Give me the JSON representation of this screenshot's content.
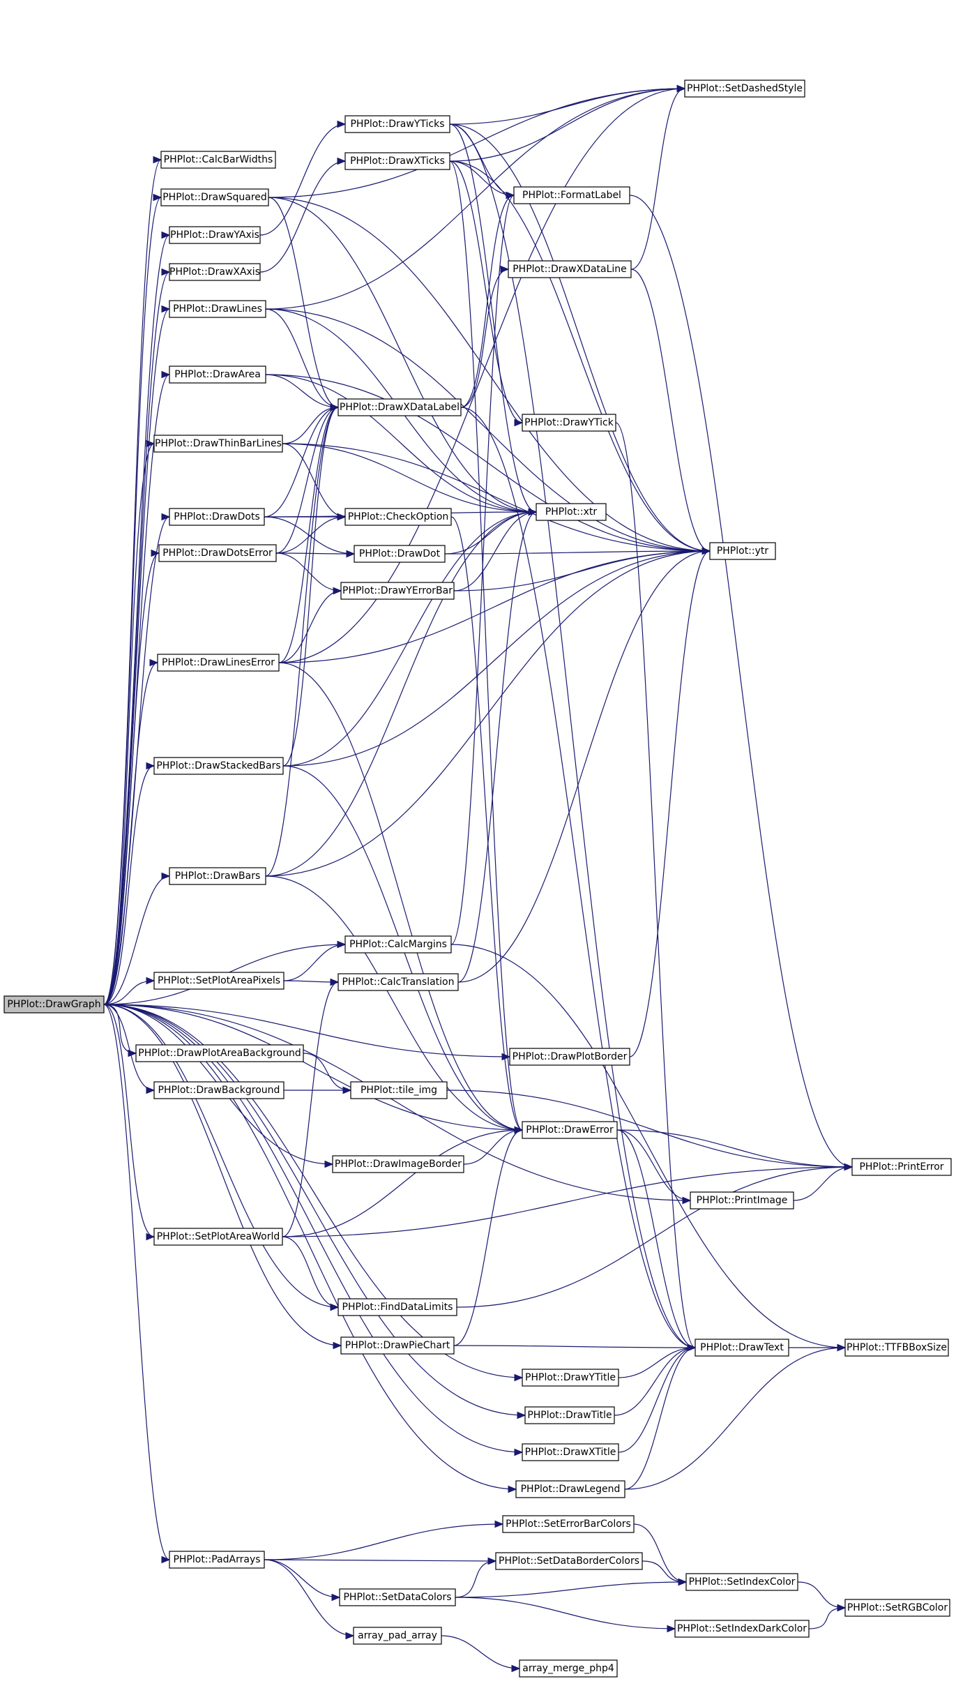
{
  "diagram": {
    "root": "PHPlot::DrawGraph",
    "nodes": [
      {
        "id": "DrawGraph",
        "label": "PHPlot::DrawGraph"
      },
      {
        "id": "CalcBarWidths",
        "label": "PHPlot::CalcBarWidths"
      },
      {
        "id": "DrawSquared",
        "label": "PHPlot::DrawSquared"
      },
      {
        "id": "DrawYAxis",
        "label": "PHPlot::DrawYAxis"
      },
      {
        "id": "DrawXAxis",
        "label": "PHPlot::DrawXAxis"
      },
      {
        "id": "DrawLines",
        "label": "PHPlot::DrawLines"
      },
      {
        "id": "DrawArea",
        "label": "PHPlot::DrawArea"
      },
      {
        "id": "DrawThinBarLines",
        "label": "PHPlot::DrawThinBarLines"
      },
      {
        "id": "DrawDots",
        "label": "PHPlot::DrawDots"
      },
      {
        "id": "DrawDotsError",
        "label": "PHPlot::DrawDotsError"
      },
      {
        "id": "DrawLinesError",
        "label": "PHPlot::DrawLinesError"
      },
      {
        "id": "DrawStackedBars",
        "label": "PHPlot::DrawStackedBars"
      },
      {
        "id": "DrawBars",
        "label": "PHPlot::DrawBars"
      },
      {
        "id": "SetPlotAreaPixels",
        "label": "PHPlot::SetPlotAreaPixels"
      },
      {
        "id": "DrawPlotAreaBackground",
        "label": "PHPlot::DrawPlotAreaBackground"
      },
      {
        "id": "DrawBackground",
        "label": "PHPlot::DrawBackground"
      },
      {
        "id": "SetPlotAreaWorld",
        "label": "PHPlot::SetPlotAreaWorld"
      },
      {
        "id": "PadArrays",
        "label": "PHPlot::PadArrays"
      },
      {
        "id": "DrawYTicks",
        "label": "PHPlot::DrawYTicks"
      },
      {
        "id": "DrawXTicks",
        "label": "PHPlot::DrawXTicks"
      },
      {
        "id": "DrawXDataLabel",
        "label": "PHPlot::DrawXDataLabel"
      },
      {
        "id": "CheckOption",
        "label": "PHPlot::CheckOption"
      },
      {
        "id": "DrawDot",
        "label": "PHPlot::DrawDot"
      },
      {
        "id": "DrawYErrorBar",
        "label": "PHPlot::DrawYErrorBar"
      },
      {
        "id": "CalcMargins",
        "label": "PHPlot::CalcMargins"
      },
      {
        "id": "CalcTranslation",
        "label": "PHPlot::CalcTranslation"
      },
      {
        "id": "tile_img",
        "label": "PHPlot::tile_img"
      },
      {
        "id": "DrawImageBorder",
        "label": "PHPlot::DrawImageBorder"
      },
      {
        "id": "FindDataLimits",
        "label": "PHPlot::FindDataLimits"
      },
      {
        "id": "DrawPieChart",
        "label": "PHPlot::DrawPieChart"
      },
      {
        "id": "SetDataColors",
        "label": "PHPlot::SetDataColors"
      },
      {
        "id": "array_pad_array",
        "label": "array_pad_array"
      },
      {
        "id": "FormatLabel",
        "label": "PHPlot::FormatLabel"
      },
      {
        "id": "DrawXDataLine",
        "label": "PHPlot::DrawXDataLine"
      },
      {
        "id": "DrawYTick",
        "label": "PHPlot::DrawYTick"
      },
      {
        "id": "xtr",
        "label": "PHPlot::xtr"
      },
      {
        "id": "DrawPlotBorder",
        "label": "PHPlot::DrawPlotBorder"
      },
      {
        "id": "DrawError",
        "label": "PHPlot::DrawError"
      },
      {
        "id": "DrawYTitle",
        "label": "PHPlot::DrawYTitle"
      },
      {
        "id": "DrawTitle",
        "label": "PHPlot::DrawTitle"
      },
      {
        "id": "DrawXTitle",
        "label": "PHPlot::DrawXTitle"
      },
      {
        "id": "DrawLegend",
        "label": "PHPlot::DrawLegend"
      },
      {
        "id": "SetErrorBarColors",
        "label": "PHPlot::SetErrorBarColors"
      },
      {
        "id": "SetDataBorderColors",
        "label": "PHPlot::SetDataBorderColors"
      },
      {
        "id": "array_merge_php4",
        "label": "array_merge_php4"
      },
      {
        "id": "SetDashedStyle",
        "label": "PHPlot::SetDashedStyle"
      },
      {
        "id": "ytr",
        "label": "PHPlot::ytr"
      },
      {
        "id": "PrintImage",
        "label": "PHPlot::PrintImage"
      },
      {
        "id": "DrawText",
        "label": "PHPlot::DrawText"
      },
      {
        "id": "SetIndexColor",
        "label": "PHPlot::SetIndexColor"
      },
      {
        "id": "SetIndexDarkColor",
        "label": "PHPlot::SetIndexDarkColor"
      },
      {
        "id": "PrintError",
        "label": "PHPlot::PrintError"
      },
      {
        "id": "TTFBBoxSize",
        "label": "PHPlot::TTFBBoxSize"
      },
      {
        "id": "SetRGBColor",
        "label": "PHPlot::SetRGBColor"
      }
    ],
    "edges": [
      [
        "DrawGraph",
        "CalcBarWidths"
      ],
      [
        "DrawGraph",
        "DrawSquared"
      ],
      [
        "DrawGraph",
        "DrawYAxis"
      ],
      [
        "DrawGraph",
        "DrawXAxis"
      ],
      [
        "DrawGraph",
        "DrawLines"
      ],
      [
        "DrawGraph",
        "DrawArea"
      ],
      [
        "DrawGraph",
        "DrawThinBarLines"
      ],
      [
        "DrawGraph",
        "DrawDots"
      ],
      [
        "DrawGraph",
        "DrawDotsError"
      ],
      [
        "DrawGraph",
        "DrawLinesError"
      ],
      [
        "DrawGraph",
        "DrawStackedBars"
      ],
      [
        "DrawGraph",
        "DrawBars"
      ],
      [
        "DrawGraph",
        "CalcMargins"
      ],
      [
        "DrawGraph",
        "SetPlotAreaPixels"
      ],
      [
        "DrawGraph",
        "DrawPlotBorder"
      ],
      [
        "DrawGraph",
        "DrawPlotAreaBackground"
      ],
      [
        "DrawGraph",
        "DrawBackground"
      ],
      [
        "DrawGraph",
        "DrawError"
      ],
      [
        "DrawGraph",
        "DrawImageBorder"
      ],
      [
        "DrawGraph",
        "PrintImage"
      ],
      [
        "DrawGraph",
        "SetPlotAreaWorld"
      ],
      [
        "DrawGraph",
        "FindDataLimits"
      ],
      [
        "DrawGraph",
        "DrawPieChart"
      ],
      [
        "DrawGraph",
        "DrawYTitle"
      ],
      [
        "DrawGraph",
        "DrawTitle"
      ],
      [
        "DrawGraph",
        "DrawXTitle"
      ],
      [
        "DrawGraph",
        "DrawLegend"
      ],
      [
        "DrawGraph",
        "PadArrays"
      ],
      [
        "DrawSquared",
        "SetDashedStyle"
      ],
      [
        "DrawSquared",
        "DrawXDataLabel"
      ],
      [
        "DrawSquared",
        "xtr"
      ],
      [
        "DrawSquared",
        "ytr"
      ],
      [
        "DrawYAxis",
        "DrawYTicks"
      ],
      [
        "DrawXAxis",
        "DrawXTicks"
      ],
      [
        "DrawLines",
        "SetDashedStyle"
      ],
      [
        "DrawLines",
        "DrawXDataLabel"
      ],
      [
        "DrawLines",
        "xtr"
      ],
      [
        "DrawLines",
        "ytr"
      ],
      [
        "DrawArea",
        "DrawXDataLabel"
      ],
      [
        "DrawArea",
        "xtr"
      ],
      [
        "DrawArea",
        "ytr"
      ],
      [
        "DrawThinBarLines",
        "DrawXDataLabel"
      ],
      [
        "DrawThinBarLines",
        "CheckOption"
      ],
      [
        "DrawThinBarLines",
        "xtr"
      ],
      [
        "DrawThinBarLines",
        "ytr"
      ],
      [
        "DrawDots",
        "CheckOption"
      ],
      [
        "DrawDots",
        "DrawDot"
      ],
      [
        "DrawDots",
        "xtr"
      ],
      [
        "DrawDots",
        "DrawXDataLabel"
      ],
      [
        "DrawDotsError",
        "DrawXDataLabel"
      ],
      [
        "DrawDotsError",
        "CheckOption"
      ],
      [
        "DrawDotsError",
        "DrawDot"
      ],
      [
        "DrawDotsError",
        "DrawYErrorBar"
      ],
      [
        "DrawLinesError",
        "DrawXDataLabel"
      ],
      [
        "DrawLinesError",
        "DrawYErrorBar"
      ],
      [
        "DrawLinesError",
        "SetDashedStyle"
      ],
      [
        "DrawLinesError",
        "ytr"
      ],
      [
        "DrawLinesError",
        "DrawError"
      ],
      [
        "DrawStackedBars",
        "DrawXDataLabel"
      ],
      [
        "DrawStackedBars",
        "xtr"
      ],
      [
        "DrawStackedBars",
        "ytr"
      ],
      [
        "DrawStackedBars",
        "DrawError"
      ],
      [
        "DrawBars",
        "DrawXDataLabel"
      ],
      [
        "DrawBars",
        "xtr"
      ],
      [
        "DrawBars",
        "ytr"
      ],
      [
        "DrawBars",
        "DrawError"
      ],
      [
        "SetPlotAreaPixels",
        "CalcMargins"
      ],
      [
        "SetPlotAreaPixels",
        "CalcTranslation"
      ],
      [
        "DrawPlotAreaBackground",
        "tile_img"
      ],
      [
        "DrawBackground",
        "tile_img"
      ],
      [
        "SetPlotAreaWorld",
        "CalcTranslation"
      ],
      [
        "SetPlotAreaWorld",
        "FindDataLimits"
      ],
      [
        "SetPlotAreaWorld",
        "DrawError"
      ],
      [
        "SetPlotAreaWorld",
        "PrintError"
      ],
      [
        "PadArrays",
        "SetErrorBarColors"
      ],
      [
        "PadArrays",
        "SetDataBorderColors"
      ],
      [
        "PadArrays",
        "SetDataColors"
      ],
      [
        "PadArrays",
        "array_pad_array"
      ],
      [
        "DrawYTicks",
        "SetDashedStyle"
      ],
      [
        "DrawYTicks",
        "FormatLabel"
      ],
      [
        "DrawYTicks",
        "xtr"
      ],
      [
        "DrawYTicks",
        "ytr"
      ],
      [
        "DrawYTicks",
        "DrawText"
      ],
      [
        "DrawXTicks",
        "SetDashedStyle"
      ],
      [
        "DrawXTicks",
        "FormatLabel"
      ],
      [
        "DrawXTicks",
        "DrawYTick"
      ],
      [
        "DrawXTicks",
        "DrawError"
      ],
      [
        "DrawXTicks",
        "ytr"
      ],
      [
        "DrawXDataLabel",
        "FormatLabel"
      ],
      [
        "DrawXDataLabel",
        "DrawXDataLine"
      ],
      [
        "DrawXDataLabel",
        "DrawText"
      ],
      [
        "CheckOption",
        "DrawError"
      ],
      [
        "DrawDot",
        "xtr"
      ],
      [
        "DrawDot",
        "ytr"
      ],
      [
        "DrawYErrorBar",
        "xtr"
      ],
      [
        "DrawYErrorBar",
        "ytr"
      ],
      [
        "CalcMargins",
        "FormatLabel"
      ],
      [
        "CalcMargins",
        "TTFBBoxSize"
      ],
      [
        "CalcTranslation",
        "xtr"
      ],
      [
        "CalcTranslation",
        "ytr"
      ],
      [
        "tile_img",
        "PrintError"
      ],
      [
        "DrawImageBorder",
        "DrawError"
      ],
      [
        "FindDataLimits",
        "PrintError"
      ],
      [
        "DrawPieChart",
        "DrawError"
      ],
      [
        "DrawPieChart",
        "DrawText"
      ],
      [
        "SetDataColors",
        "SetDataBorderColors"
      ],
      [
        "SetDataColors",
        "SetIndexColor"
      ],
      [
        "SetDataColors",
        "SetIndexDarkColor"
      ],
      [
        "array_pad_array",
        "array_merge_php4"
      ],
      [
        "FormatLabel",
        "PrintError"
      ],
      [
        "DrawXDataLine",
        "SetDashedStyle"
      ],
      [
        "DrawXDataLine",
        "ytr"
      ],
      [
        "DrawYTick",
        "DrawText"
      ],
      [
        "DrawPlotBorder",
        "ytr"
      ],
      [
        "DrawError",
        "PrintError"
      ],
      [
        "DrawError",
        "PrintImage"
      ],
      [
        "DrawError",
        "DrawText"
      ],
      [
        "DrawYTitle",
        "DrawText"
      ],
      [
        "DrawTitle",
        "DrawText"
      ],
      [
        "DrawXTitle",
        "DrawText"
      ],
      [
        "DrawLegend",
        "DrawText"
      ],
      [
        "DrawLegend",
        "TTFBBoxSize"
      ],
      [
        "SetErrorBarColors",
        "SetIndexColor"
      ],
      [
        "SetDataBorderColors",
        "SetIndexColor"
      ],
      [
        "PrintImage",
        "PrintError"
      ],
      [
        "DrawText",
        "TTFBBoxSize"
      ],
      [
        "SetIndexColor",
        "SetRGBColor"
      ],
      [
        "SetIndexDarkColor",
        "SetRGBColor"
      ]
    ]
  },
  "colors": {
    "edge": "#191970",
    "node_border": "#000000",
    "node_fill": "#ffffff",
    "root_fill": "#bfbfbf"
  }
}
